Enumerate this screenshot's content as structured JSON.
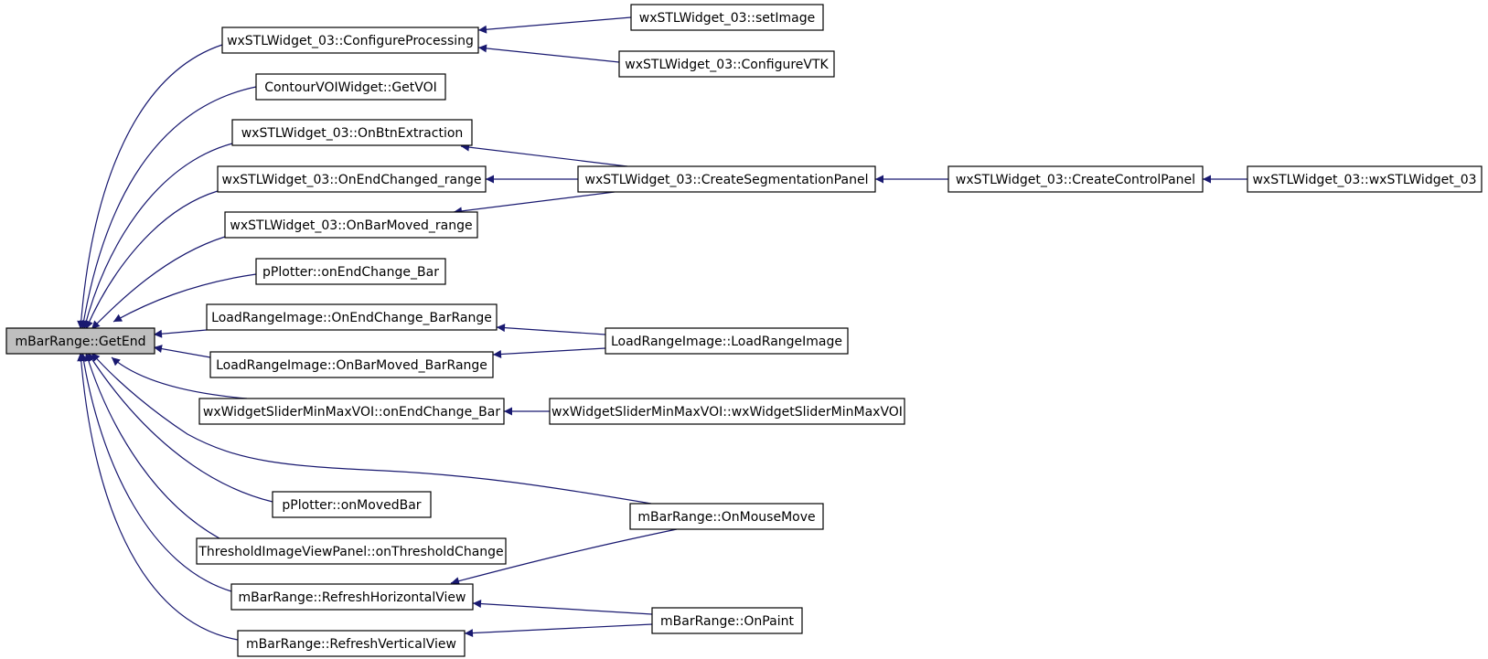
{
  "colors": {
    "edge": "#191970",
    "root_fill": "#bfbfbf",
    "node_fill": "#ffffff",
    "node_stroke": "#000000"
  },
  "root": {
    "id": "getend",
    "label": "mBarRange::GetEnd"
  },
  "nodes": [
    {
      "id": "configproc",
      "label": "wxSTLWidget_03::ConfigureProcessing"
    },
    {
      "id": "setimage",
      "label": "wxSTLWidget_03::setImage"
    },
    {
      "id": "configvtk",
      "label": "wxSTLWidget_03::ConfigureVTK"
    },
    {
      "id": "getvoi",
      "label": "ContourVOIWidget::GetVOI"
    },
    {
      "id": "onbtn",
      "label": "wxSTLWidget_03::OnBtnExtraction"
    },
    {
      "id": "onendrange",
      "label": "wxSTLWidget_03::OnEndChanged_range"
    },
    {
      "id": "createseg",
      "label": "wxSTLWidget_03::CreateSegmentationPanel"
    },
    {
      "id": "createctrl",
      "label": "wxSTLWidget_03::CreateControlPanel"
    },
    {
      "id": "wxstl",
      "label": "wxSTLWidget_03::wxSTLWidget_03"
    },
    {
      "id": "onbarmovedrange",
      "label": "wxSTLWidget_03::OnBarMoved_range"
    },
    {
      "id": "ponendchange",
      "label": "pPlotter::onEndChange_Bar"
    },
    {
      "id": "lrionend",
      "label": "LoadRangeImage::OnEndChange_BarRange"
    },
    {
      "id": "lriload",
      "label": "LoadRangeImage::LoadRangeImage"
    },
    {
      "id": "lrionbar",
      "label": "LoadRangeImage::OnBarMoved_BarRange"
    },
    {
      "id": "wxslideronend",
      "label": "wxWidgetSliderMinMaxVOI::onEndChange_Bar"
    },
    {
      "id": "wxsliderctor",
      "label": "wxWidgetSliderMinMaxVOI::wxWidgetSliderMinMaxVOI"
    },
    {
      "id": "onmousemove",
      "label": "mBarRange::OnMouseMove"
    },
    {
      "id": "ponmovedbar",
      "label": "pPlotter::onMovedBar"
    },
    {
      "id": "threshold",
      "label": "ThresholdImageViewPanel::onThresholdChange"
    },
    {
      "id": "refreshh",
      "label": "mBarRange::RefreshHorizontalView"
    },
    {
      "id": "onpaint",
      "label": "mBarRange::OnPaint"
    },
    {
      "id": "refreshv",
      "label": "mBarRange::RefreshVerticalView"
    }
  ],
  "edges": [
    {
      "from": "configproc",
      "to": "getend"
    },
    {
      "from": "getvoi",
      "to": "getend"
    },
    {
      "from": "onbtn",
      "to": "getend"
    },
    {
      "from": "onendrange",
      "to": "getend"
    },
    {
      "from": "onbarmovedrange",
      "to": "getend"
    },
    {
      "from": "ponendchange",
      "to": "getend"
    },
    {
      "from": "lrionend",
      "to": "getend"
    },
    {
      "from": "lrionbar",
      "to": "getend"
    },
    {
      "from": "wxslideronend",
      "to": "getend"
    },
    {
      "from": "onmousemove",
      "to": "getend"
    },
    {
      "from": "ponmovedbar",
      "to": "getend"
    },
    {
      "from": "threshold",
      "to": "getend"
    },
    {
      "from": "refreshh",
      "to": "getend"
    },
    {
      "from": "refreshv",
      "to": "getend"
    },
    {
      "from": "setimage",
      "to": "configproc"
    },
    {
      "from": "configvtk",
      "to": "configproc"
    },
    {
      "from": "createseg",
      "to": "onbtn"
    },
    {
      "from": "createseg",
      "to": "onendrange"
    },
    {
      "from": "createseg",
      "to": "onbarmovedrange"
    },
    {
      "from": "createctrl",
      "to": "createseg"
    },
    {
      "from": "wxstl",
      "to": "createctrl"
    },
    {
      "from": "lriload",
      "to": "lrionend"
    },
    {
      "from": "lriload",
      "to": "lrionbar"
    },
    {
      "from": "wxsliderctor",
      "to": "wxslideronend"
    },
    {
      "from": "onmousemove",
      "to": "refreshh"
    },
    {
      "from": "onpaint",
      "to": "refreshh"
    },
    {
      "from": "onpaint",
      "to": "refreshv"
    }
  ]
}
